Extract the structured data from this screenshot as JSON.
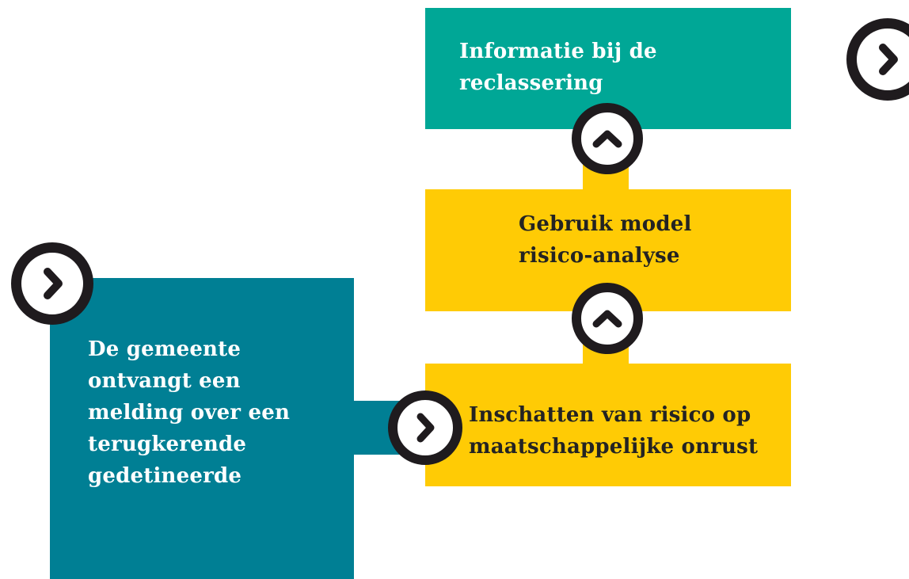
{
  "colors": {
    "teal": "#00A796",
    "yellow": "#FFCB05",
    "petrol": "#007F94",
    "dark": "#1F1B1E",
    "white": "#FFFFFF",
    "text_dark": "#232323"
  },
  "boxes": {
    "information": {
      "lines": [
        "Informatie bij de",
        "reclassering"
      ]
    },
    "model": {
      "lines": [
        "Gebruik model",
        "risico-analyse"
      ]
    },
    "estimate": {
      "lines": [
        "Inschatten van risico op",
        "maatschappelijke onrust"
      ]
    },
    "municipality": {
      "lines": [
        "De gemeente",
        "ontvangt een",
        "melding over een",
        "terugkerende",
        "gedetineerde"
      ]
    }
  },
  "icons": {
    "up_arrow": "chevron-up-icon",
    "right_arrow": "chevron-right-icon"
  }
}
